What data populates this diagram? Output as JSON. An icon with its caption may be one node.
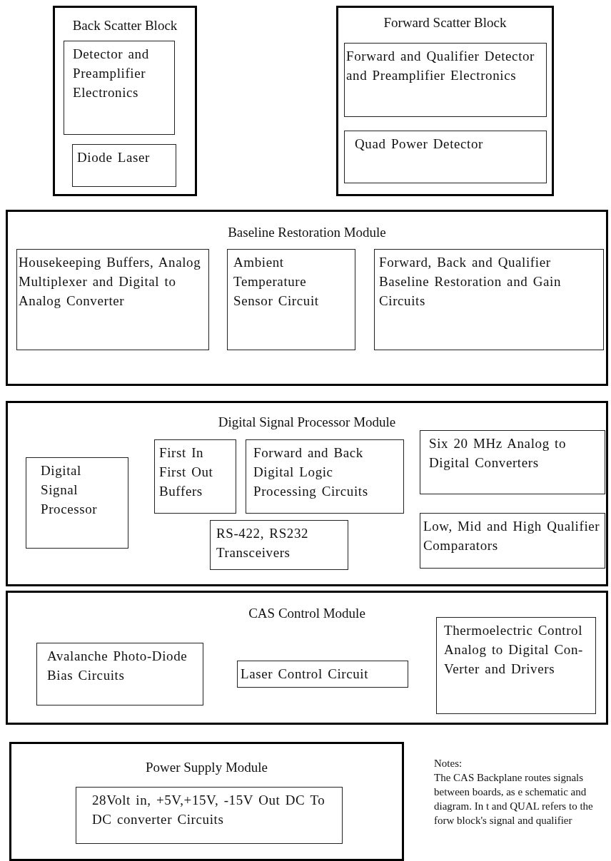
{
  "diagram": {
    "nodes": [
      {
        "text": [
          "Back Scatter Block"
        ]
      },
      {
        "text": [
          "Detector and Preamplifier Electronics"
        ],
        "in": 0
      },
      {
        "text": [
          "Diode Laser"
        ],
        "in": 0
      },
      {
        "text": [
          "Forward Scatter Block"
        ]
      },
      {
        "text": [
          "Forward and Qualifier Detector and Preamplifier Electronics"
        ],
        "in": 3
      },
      {
        "text": [
          "Quad Power Detector"
        ],
        "in": 3
      },
      {
        "text": [
          "Baseline Restoration Module"
        ]
      },
      {
        "text": [
          "Housekeeping Buffers, Analog Multiplexer and Digital to Analog Converter"
        ],
        "in": 6
      },
      {
        "text": [
          "Ambient Temperature Sensor Circuit"
        ],
        "in": 6
      },
      {
        "text": [
          "Forward, Back and Qualifier Baseline Restoration and Gain Circuits"
        ],
        "in": 6
      },
      {
        "text": [
          "Digital Signal Processor Module"
        ]
      },
      {
        "text": [
          "Digital Signal Processor"
        ],
        "in": 10
      },
      {
        "text": [
          "First In First Out Buffers"
        ],
        "in": 10
      },
      {
        "text": [
          "Forward and Back Digital Logic Processing Circuits"
        ],
        "in": 10
      },
      {
        "text": [
          "Six 20 MHz Analog to Digital Converters"
        ],
        "in": 10
      },
      {
        "text": [
          "RS-422, RS232 Transceivers"
        ],
        "in": 10
      },
      {
        "text": [
          "Low, Mid and High Qualifier Comparators"
        ],
        "in": 10
      },
      {
        "text": [
          "CAS Control Module"
        ]
      },
      {
        "text": [
          "Avalanche Photo-Diode Bias Circuits"
        ],
        "in": 17
      },
      {
        "text": [
          "Laser Control Circuit"
        ],
        "in": 17
      },
      {
        "text": [
          "Thermoelectric Control Analog to Digital Con-Verter and Drivers"
        ],
        "in": 17
      },
      {
        "text": [
          "Power Supply Module"
        ]
      },
      {
        "text": [
          "28Volt in, +5V,+15V, -15V Out DC To DC converter Circuits"
        ],
        "in": 21
      }
    ],
    "labels": [
      "Notes:",
      "The CAS Backplane routes signals between boards, as e schematic and diagram. In t and QUAL refers to the forw block's signal and qualifier"
    ]
  }
}
